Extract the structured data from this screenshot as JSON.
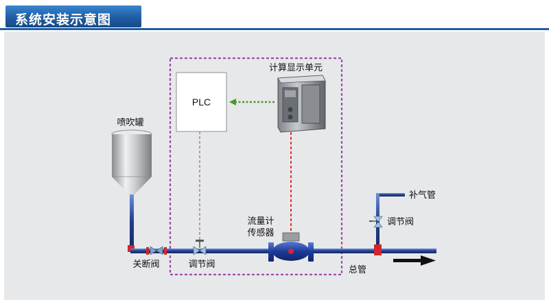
{
  "header": {
    "title": "系统安装示意图"
  },
  "diagram": {
    "labels": {
      "plc": "PLC",
      "compute_unit": "计算显示单元",
      "tank": "喷吹罐",
      "flowmeter_line1": "流量计",
      "flowmeter_line2": "传感器",
      "shutoff_valve": "关断阀",
      "regulating_valve_main": "调节阀",
      "main_pipe": "总管",
      "air_supply_pipe": "补气管",
      "regulating_valve_supply": "调节阀"
    },
    "colors": {
      "pipe": "#1f3f8f",
      "pipe_highlight": "#6f8fd8",
      "dashed_box": "#a04aa8",
      "signal_red": "#e0302a",
      "signal_green": "#4a9a2a",
      "plc_wire": "#9a7a9a"
    }
  }
}
